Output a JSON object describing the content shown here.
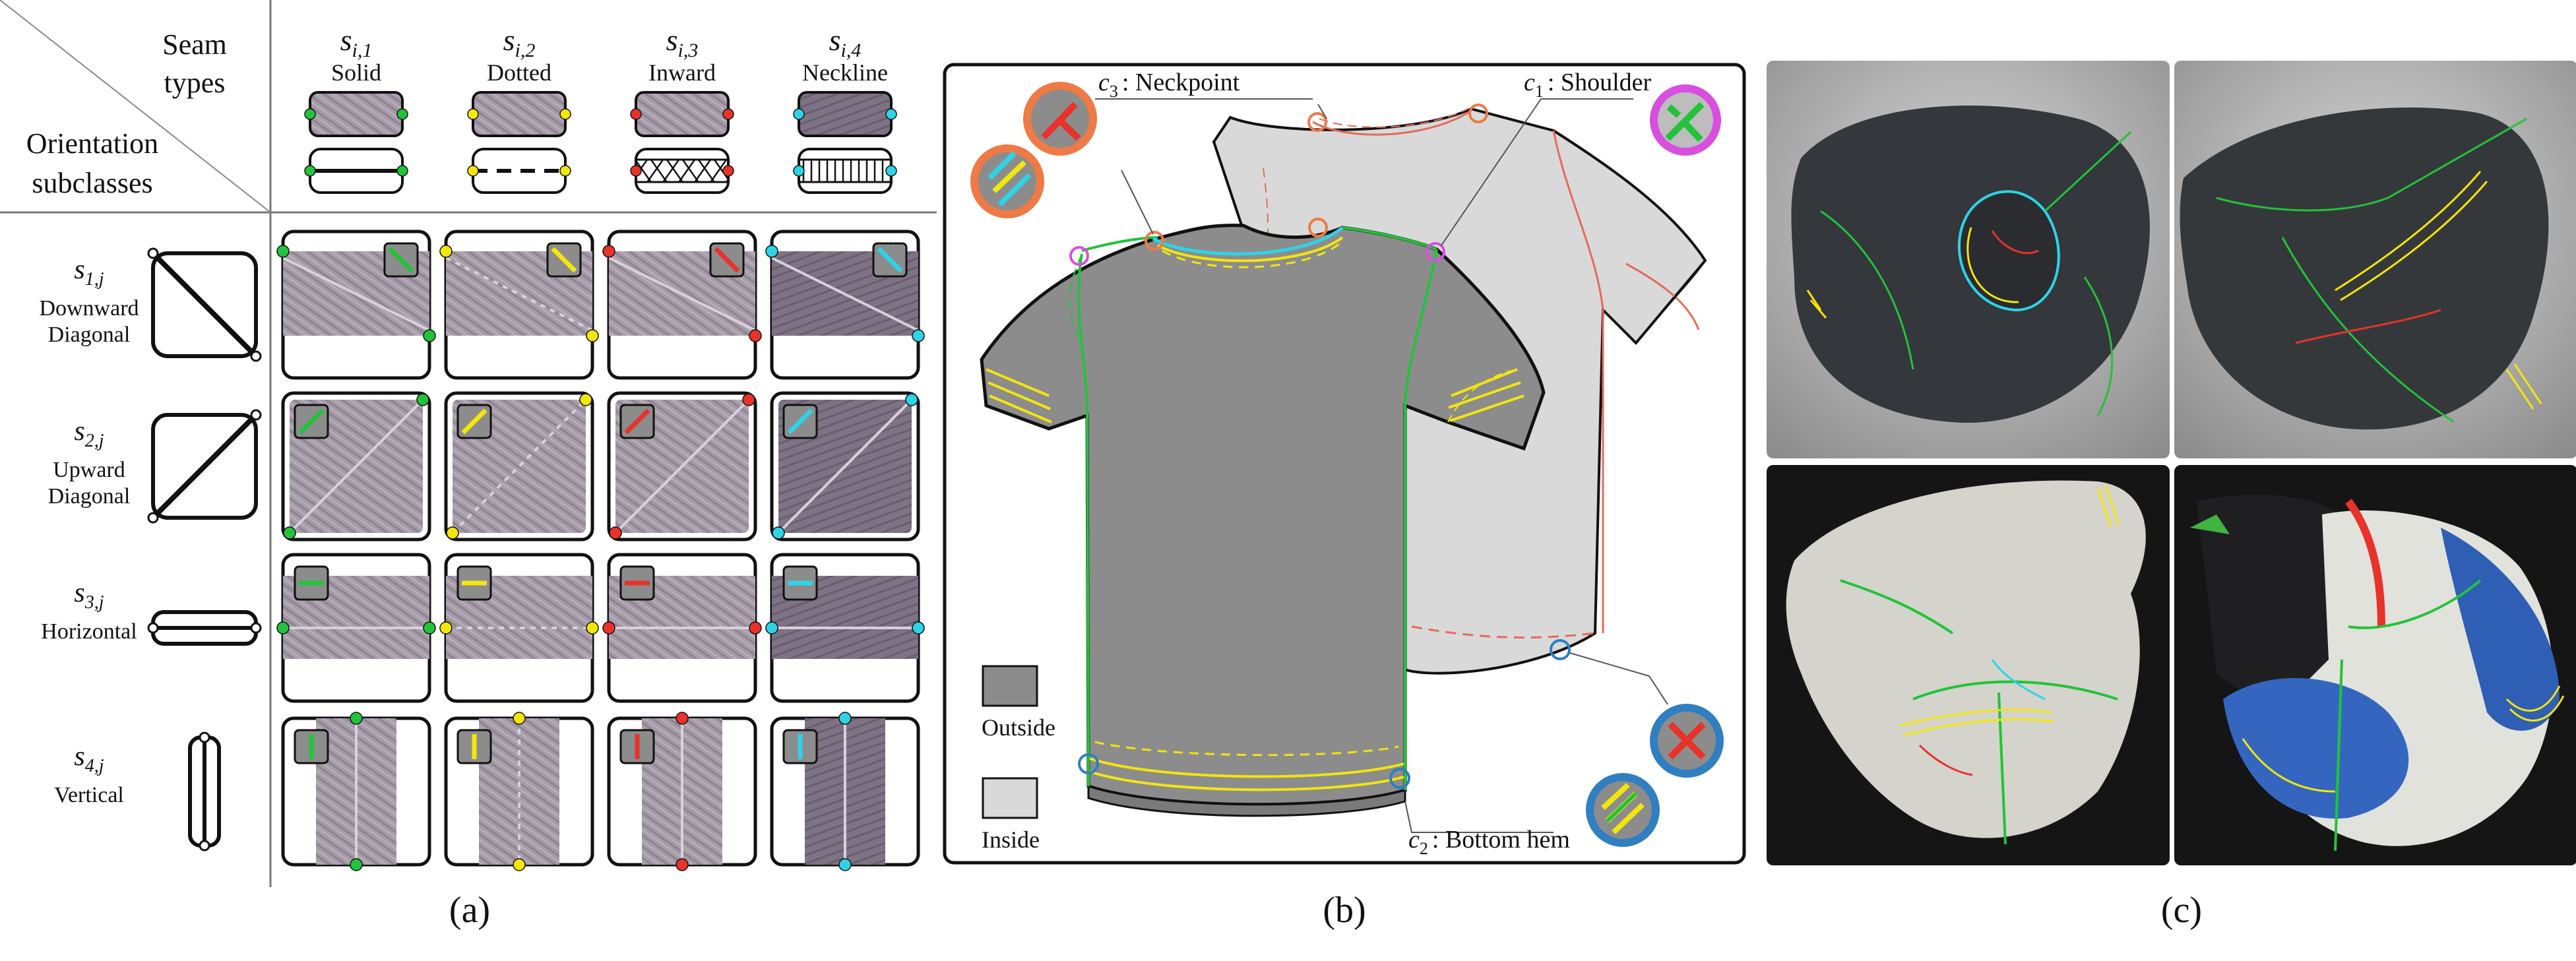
{
  "panel_a": {
    "corner_top": [
      "Seam",
      "types"
    ],
    "corner_bottom": [
      "Orientation",
      "subclasses"
    ],
    "seam_types": [
      {
        "symbol": "s",
        "sub": "i,1",
        "name": "Solid",
        "color": "#22c33a"
      },
      {
        "symbol": "s",
        "sub": "i,2",
        "name": "Dotted",
        "color": "#f2e60c"
      },
      {
        "symbol": "s",
        "sub": "i,3",
        "name": "Inward",
        "color": "#e8322a"
      },
      {
        "symbol": "s",
        "sub": "i,4",
        "name": "Neckline",
        "color": "#2ed3e6"
      }
    ],
    "orientations": [
      {
        "symbol": "s",
        "sub": "1,j",
        "lines": [
          "Downward",
          "Diagonal"
        ],
        "kind": "down"
      },
      {
        "symbol": "s",
        "sub": "2,j",
        "lines": [
          "Upward",
          "Diagonal"
        ],
        "kind": "up"
      },
      {
        "symbol": "s",
        "sub": "3,j",
        "lines": [
          "Horizontal"
        ],
        "kind": "horiz"
      },
      {
        "symbol": "s",
        "sub": "4,j",
        "lines": [
          "Vertical"
        ],
        "kind": "vert"
      }
    ],
    "caption": "(a)"
  },
  "panel_b": {
    "labels": {
      "neckpoint": {
        "symbol": "c",
        "sub": "3",
        "text": ": Neckpoint"
      },
      "shoulder": {
        "symbol": "c",
        "sub": "1",
        "text": ": Shoulder"
      },
      "bottom_hem": {
        "symbol": "c",
        "sub": "2",
        "text": ": Bottom hem"
      }
    },
    "legend": [
      {
        "label": "Outside",
        "color": "#8c8c8c"
      },
      {
        "label": "Inside",
        "color": "#d9d9d9"
      }
    ],
    "corner_colors": {
      "neckpoint": "#ee7a45",
      "shoulder": "#d84ee0",
      "bottom_hem": "#2f7fc1"
    },
    "caption": "(b)"
  },
  "panel_c": {
    "photos": [
      {
        "name": "dark-shirt-crumpled-1",
        "background": "gray"
      },
      {
        "name": "dark-shirt-crumpled-2",
        "background": "gray"
      },
      {
        "name": "white-shirt-crumpled",
        "background": "black"
      },
      {
        "name": "mixed-shirts-crumpled",
        "background": "black"
      }
    ],
    "caption": "(c)"
  }
}
